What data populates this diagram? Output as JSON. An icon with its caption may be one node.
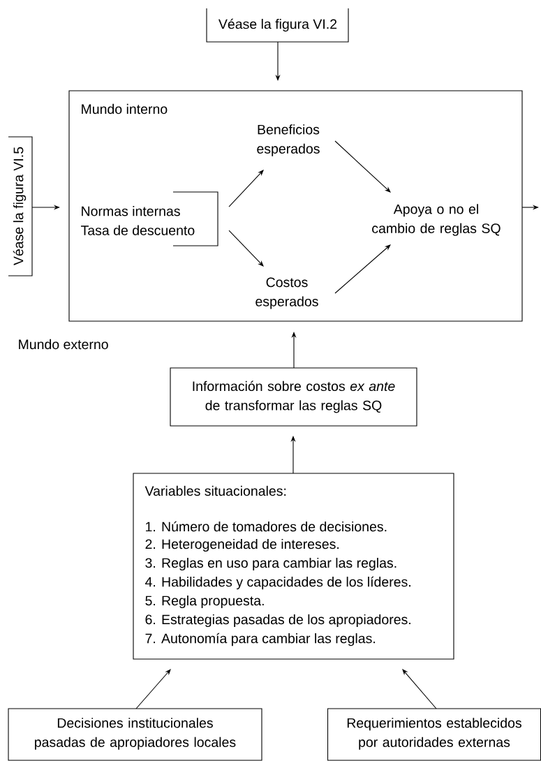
{
  "diagram": {
    "nodes": [
      {
        "text": [
          "Véase la figura VI.2"
        ]
      },
      {
        "text": [
          "Mundo interno"
        ]
      },
      {
        "text": [
          "Véase la figura VI.5"
        ]
      },
      {
        "text": [
          "Normas internas",
          "Tasa de descuento"
        ],
        "in": 1
      },
      {
        "text": [
          "Beneficios esperados"
        ],
        "in": 1
      },
      {
        "text": [
          "Costos esperados"
        ],
        "in": 1
      },
      {
        "text": [
          "Apoya o no el cambio de reglas SQ"
        ],
        "in": 1
      },
      {
        "text": [
          "Información sobre costos *ex ante* de transformar las reglas SQ"
        ]
      },
      {
        "text": [
          "Variables situacionales:",
          "1. Número de tomadores de decisiones.",
          "2. Heterogeneidad de intereses.",
          "3. Reglas en uso para cambiar las reglas.",
          "4. Habilidades y capacidades de los líderes.",
          "5. Regla propuesta.",
          "6. Estrategias pasadas de los apropiadores.",
          "7. Autonomía para cambiar las reglas."
        ]
      },
      {
        "text": [
          "Decisiones institucionales pasadas de apropiadores locales"
        ]
      },
      {
        "text": [
          "Requerimientos establecidos por autoridades externas"
        ]
      }
    ],
    "edges": [
      {
        "from": 0,
        "to": 1,
        "arrow": "to"
      },
      {
        "from": 2,
        "to": 1,
        "arrow": "to"
      },
      {
        "from": 3,
        "to": 4,
        "arrow": "to"
      },
      {
        "from": 3,
        "to": 5,
        "arrow": "to"
      },
      {
        "from": 4,
        "to": 6,
        "arrow": "to"
      },
      {
        "from": 5,
        "to": 6,
        "arrow": "to"
      },
      {
        "from": 1,
        "to": null,
        "arrow": "to"
      },
      {
        "from": 7,
        "to": 1,
        "arrow": "to"
      },
      {
        "from": 8,
        "to": 7,
        "arrow": "to"
      },
      {
        "from": 9,
        "to": 8,
        "arrow": "to"
      },
      {
        "from": 10,
        "to": 8,
        "arrow": "to"
      }
    ],
    "labels": [
      "Mundo externo"
    ]
  }
}
